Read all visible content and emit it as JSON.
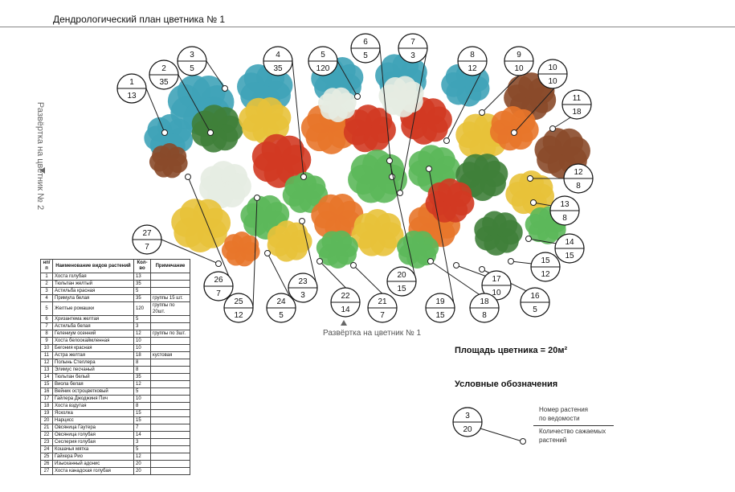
{
  "title": "Дендрологический план цветника № 1",
  "side_label": "Развёртка на цветник № 2",
  "bottom_label": "Развёртка на цветник № 1",
  "area": "Площадь цветника = 20м²",
  "legend": {
    "title": "Условные обозначения",
    "sample_number": "3",
    "sample_count": "20",
    "number_caption_1": "Номер растения",
    "number_caption_2": "по ведомости",
    "count_caption_1": "Количество сажаемых",
    "count_caption_2": "растений"
  },
  "table": {
    "headers": [
      "нп/п",
      "Наименование видов растений",
      "Кол-во",
      "Примечание"
    ],
    "rows": [
      [
        "1",
        "Хоста голубая",
        "13",
        ""
      ],
      [
        "2",
        "Тюльпан желтый",
        "35",
        ""
      ],
      [
        "3",
        "Астильба красная",
        "5",
        ""
      ],
      [
        "4",
        "Примула белая",
        "35",
        "группы 15 шт."
      ],
      [
        "5",
        "Желтые ромашки",
        "120",
        "группы по 20шт."
      ],
      [
        "6",
        "Хризантема желтая",
        "5",
        ""
      ],
      [
        "7",
        "Астильба белая",
        "3",
        ""
      ],
      [
        "8",
        "Гелениум осенний",
        "12",
        "группы по 3шт."
      ],
      [
        "9",
        "Хоста белоокаймленная",
        "10",
        ""
      ],
      [
        "10",
        "Бегония красная",
        "10",
        ""
      ],
      [
        "11",
        "Астра желтая",
        "18",
        "кустовая"
      ],
      [
        "12",
        "Полынь Стеллера",
        "8",
        ""
      ],
      [
        "13",
        "Элимус песчаный",
        "8",
        ""
      ],
      [
        "14",
        "Тюльпан белый",
        "35",
        ""
      ],
      [
        "15",
        "Виола белая",
        "12",
        ""
      ],
      [
        "16",
        "Вейник остроцветковый",
        "5",
        ""
      ],
      [
        "17",
        "Гайлера Джоджиня Пич",
        "10",
        ""
      ],
      [
        "18",
        "Хоста вздутая",
        "8",
        ""
      ],
      [
        "19",
        "Ясколка",
        "15",
        ""
      ],
      [
        "20",
        "Нарцисс",
        "15",
        ""
      ],
      [
        "21",
        "Овсяница Гаутера",
        "7",
        ""
      ],
      [
        "22",
        "Овсяница голубая",
        "14",
        ""
      ],
      [
        "23",
        "Сеслерия голубая",
        "3",
        ""
      ],
      [
        "24",
        "Кошачья мятка",
        "5",
        ""
      ],
      [
        "25",
        "Гайхера Рио",
        "12",
        ""
      ],
      [
        "26",
        "Изысканный адонис",
        "20",
        ""
      ],
      [
        "27",
        "Хоста канадская голубая",
        "20",
        ""
      ]
    ]
  },
  "bubbles": [
    {
      "n": "1",
      "q": "13"
    },
    {
      "n": "2",
      "q": "35"
    },
    {
      "n": "3",
      "q": "5"
    },
    {
      "n": "4",
      "q": "35"
    },
    {
      "n": "5",
      "q": "120"
    },
    {
      "n": "6",
      "q": "5"
    },
    {
      "n": "7",
      "q": "3"
    },
    {
      "n": "8",
      "q": "12"
    },
    {
      "n": "9",
      "q": "10"
    },
    {
      "n": "10",
      "q": "10"
    },
    {
      "n": "11",
      "q": "18"
    },
    {
      "n": "12",
      "q": "8"
    },
    {
      "n": "13",
      "q": "8"
    },
    {
      "n": "14",
      "q": "15"
    },
    {
      "n": "15",
      "q": "12"
    },
    {
      "n": "16",
      "q": "5"
    },
    {
      "n": "17",
      "q": "10"
    },
    {
      "n": "18",
      "q": "8"
    },
    {
      "n": "19",
      "q": "15"
    },
    {
      "n": "20",
      "q": "15"
    },
    {
      "n": "21",
      "q": "7"
    },
    {
      "n": "22",
      "q": "14"
    },
    {
      "n": "23",
      "q": "3"
    },
    {
      "n": "24",
      "q": "5"
    },
    {
      "n": "25",
      "q": "12"
    },
    {
      "n": "26",
      "q": "7"
    },
    {
      "n": "27",
      "q": "7"
    }
  ],
  "colors": {
    "blue_hosta": "#3fa3b8",
    "yellow": "#e8c23a",
    "red": "#d23a22",
    "orange": "#e8762a",
    "green": "#5cb85a",
    "white": "#e6ece2",
    "brown": "#8a4a2a",
    "dark_green": "#3f7f3a"
  }
}
